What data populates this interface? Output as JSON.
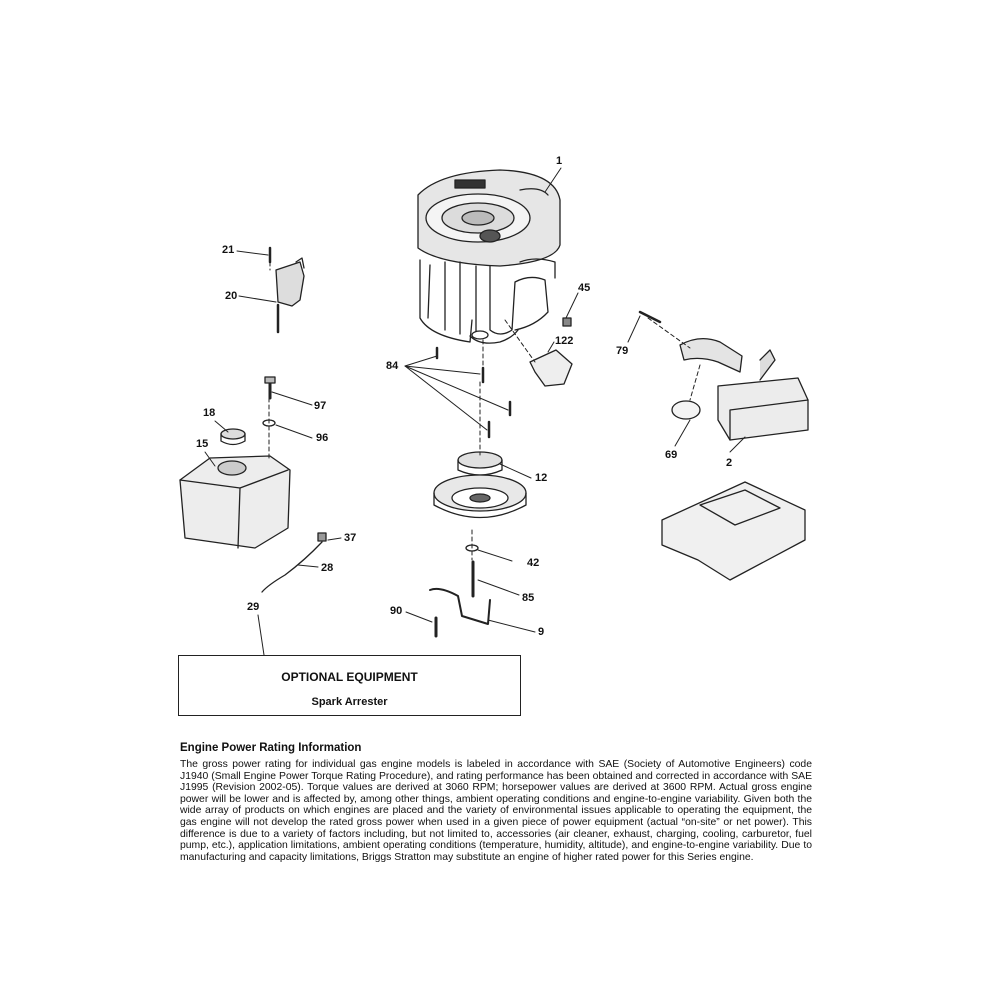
{
  "callouts": [
    {
      "id": "1",
      "label": "1"
    },
    {
      "id": "21",
      "label": "21"
    },
    {
      "id": "20",
      "label": "20"
    },
    {
      "id": "45",
      "label": "45"
    },
    {
      "id": "79",
      "label": "79"
    },
    {
      "id": "122",
      "label": "122"
    },
    {
      "id": "84",
      "label": "84"
    },
    {
      "id": "97",
      "label": "97"
    },
    {
      "id": "18",
      "label": "18"
    },
    {
      "id": "96",
      "label": "96"
    },
    {
      "id": "15",
      "label": "15"
    },
    {
      "id": "12",
      "label": "12"
    },
    {
      "id": "69",
      "label": "69"
    },
    {
      "id": "2",
      "label": "2"
    },
    {
      "id": "37",
      "label": "37"
    },
    {
      "id": "28",
      "label": "28"
    },
    {
      "id": "42",
      "label": "42"
    },
    {
      "id": "85",
      "label": "85"
    },
    {
      "id": "29",
      "label": "29"
    },
    {
      "id": "90",
      "label": "90"
    },
    {
      "id": "9",
      "label": "9"
    }
  ],
  "optional_equipment": {
    "title": "OPTIONAL EQUIPMENT",
    "item": "Spark Arrester"
  },
  "rating_info": {
    "title": "Engine Power Rating Information",
    "body": "The gross power rating for individual gas engine models is labeled in accordance with SAE (Society of Automotive Engineers) code J1940 (Small Engine Power   Torque Rating Procedure), and rating performance has been obtained and corrected in accordance with SAE J1995 (Revision 2002-05). Torque values are derived at 3060 RPM; horsepower values are derived at 3600 RPM. Actual gross engine power will be lower and is affected by, among other things, ambient operating conditions and engine-to-engine variability. Given both the wide array of products on which engines are placed and the variety of environmental issues applicable to operating the equipment, the gas engine will not develop the rated gross power when used in a given piece of power equipment (actual “on-site” or net power). This difference is due to a variety of factors including, but not limited to, accessories (air cleaner, exhaust, charging, cooling, carburetor, fuel pump, etc.), application limitations, ambient operating conditions (temperature, humidity, altitude), and engine-to-engine variability. Due to manufacturing and capacity limitations, Briggs   Stratton may substitute an engine of higher rated power for this Series engine."
  }
}
